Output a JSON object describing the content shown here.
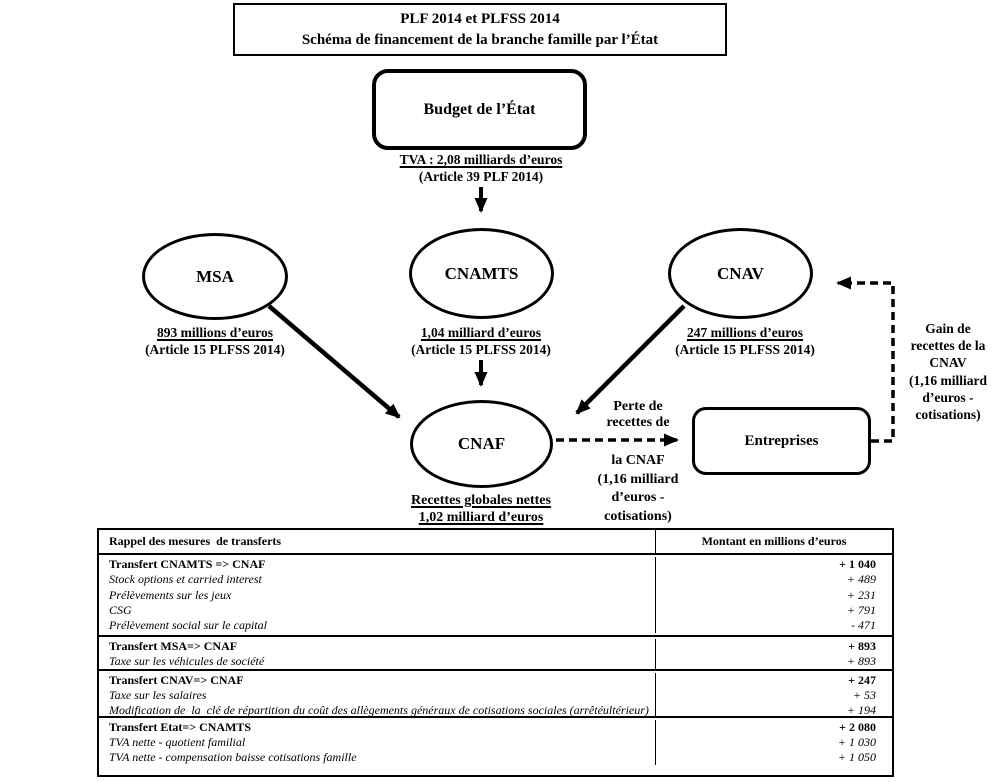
{
  "colors": {
    "ink": "#000000",
    "background": "#ffffff"
  },
  "title": {
    "line1": "PLF 2014 et PLFSS 2014",
    "line2": "Schéma de financement de la branche famille par l’État"
  },
  "nodes": {
    "budget": {
      "label": "Budget de l’État"
    },
    "msa": {
      "label": "MSA",
      "amount": "893 millions d’euros",
      "article": "(Article 15 PLFSS 2014)"
    },
    "cnamts": {
      "label": "CNAMTS",
      "amount": "1,04 milliard d’euros",
      "article": "(Article 15 PLFSS 2014)"
    },
    "cnav": {
      "label": "CNAV",
      "amount": "247 millions d’euros",
      "article": "(Article 15 PLFSS 2014)"
    },
    "cnaf": {
      "label": "CNAF",
      "amount_title": "Recettes globales nettes",
      "amount": "1,02 milliard d’euros"
    },
    "entreprises": {
      "label": "Entreprises"
    }
  },
  "budget_flow": {
    "amount": "TVA : 2,08 milliards d’euros",
    "article": "(Article 39 PLF 2014)"
  },
  "annotations": {
    "perte": {
      "lines": [
        "Perte de",
        "recettes de",
        "la CNAF",
        "(1,16 milliard",
        "d’euros -",
        "cotisations)"
      ]
    },
    "gain": {
      "lines": [
        "Gain de",
        "recettes de la",
        "CNAV",
        "(1,16 milliard",
        "d’euros -",
        "cotisations)"
      ]
    }
  },
  "table": {
    "headers": [
      "Rappel des mesures  de transferts",
      "Montant en millions d’euros"
    ],
    "sections": [
      {
        "rows": [
          {
            "label": "Transfert CNAMTS => CNAF",
            "amount": "+ 1 040"
          },
          {
            "label": "Stock options et carried interest",
            "amount": "+ 489"
          },
          {
            "label": "Prélèvements sur les jeux",
            "amount": "+ 231"
          },
          {
            "label": "CSG",
            "amount": "+ 791"
          },
          {
            "label": "Prélèvement social sur le capital",
            "amount": "- 471"
          }
        ]
      },
      {
        "rows": [
          {
            "label": "Transfert MSA=> CNAF",
            "amount": "+ 893"
          },
          {
            "label": "Taxe sur les véhicules de société",
            "amount": "+ 893"
          }
        ]
      },
      {
        "rows": [
          {
            "label": "Transfert CNAV=> CNAF",
            "amount": "+ 247"
          },
          {
            "label": "Taxe sur les salaires",
            "amount": "+ 53"
          },
          {
            "label": "Modification de  la  clé de répartition du coût des allègements généraux de cotisations sociales (arrêtéultérieur)",
            "amount": "+ 194"
          }
        ]
      },
      {
        "rows": [
          {
            "label": "Transfert Etat=> CNAMTS",
            "amount": "+ 2 080"
          },
          {
            "label": "TVA nette - quotient familial",
            "amount": "+ 1 030"
          },
          {
            "label": "TVA nette - compensation baisse cotisations famille",
            "amount": "+ 1 050"
          }
        ]
      }
    ]
  }
}
